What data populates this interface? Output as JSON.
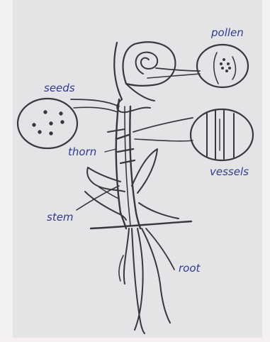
{
  "labels": {
    "pollen": "pollen",
    "seeds": "seeds",
    "thorn": "thorn",
    "vessels": "vessels",
    "stem": "stem",
    "root": "root"
  },
  "colors": {
    "paper": "#e4e4e6",
    "ink": "#3a3640",
    "label_ink": "#2f3b8c"
  }
}
